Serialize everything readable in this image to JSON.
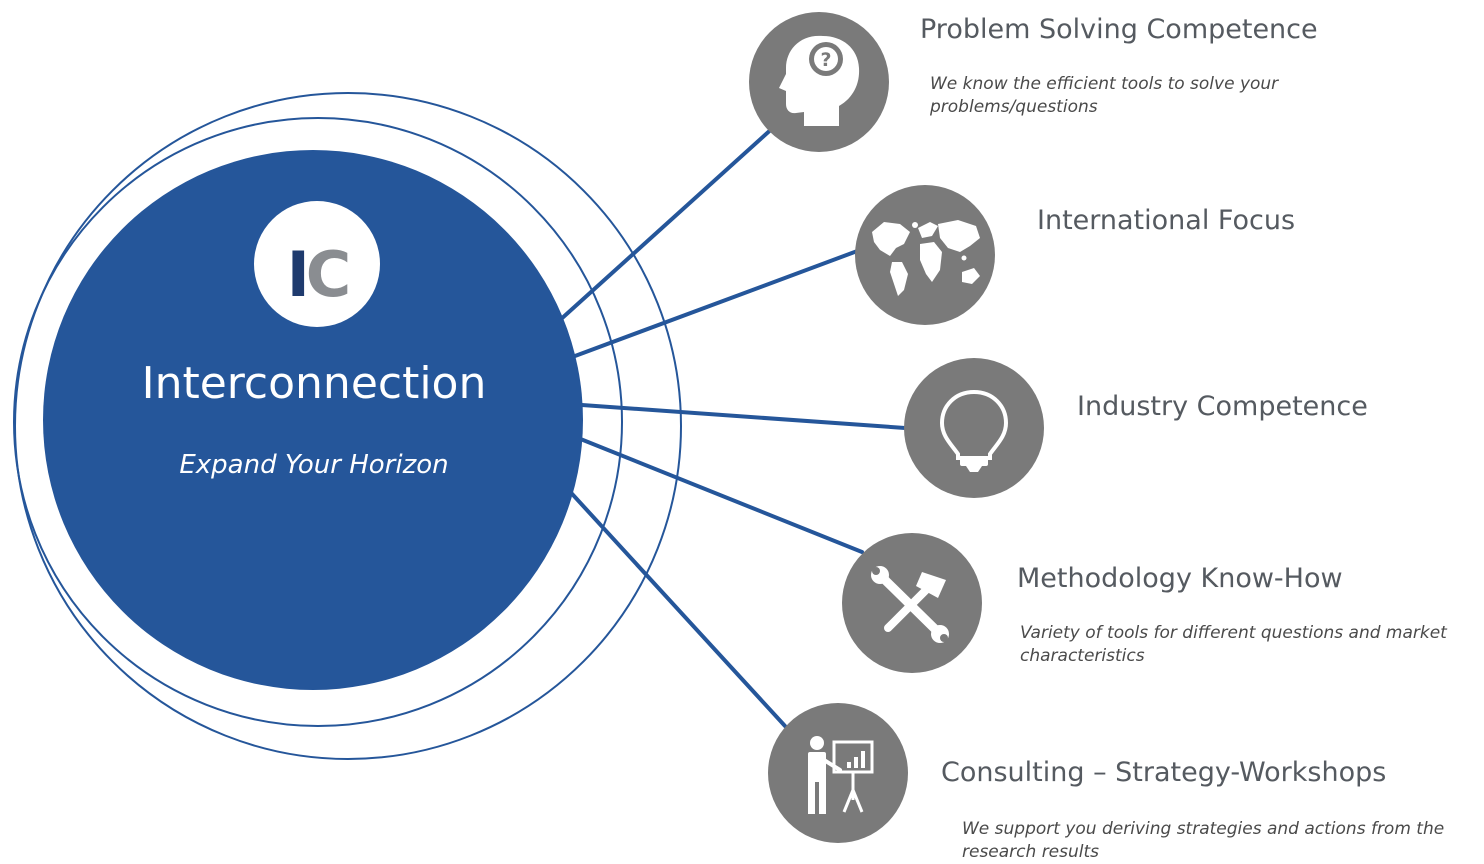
{
  "colors": {
    "primary": "#25569a",
    "node_grey": "#7a7a7a",
    "white": "#ffffff"
  },
  "hub": {
    "logo": "IC",
    "title": "Interconnection",
    "subtitle": "Expand Your Horizon"
  },
  "nodes": [
    {
      "icon": "head-question-icon",
      "title": "Problem Solving Competence",
      "description": "We know the efficient tools to solve your problems/questions"
    },
    {
      "icon": "world-map-icon",
      "title": "International Focus",
      "description": ""
    },
    {
      "icon": "lightbulb-icon",
      "title": "Industry Competence",
      "description": ""
    },
    {
      "icon": "tools-icon",
      "title": "Methodology Know-How",
      "description": "Variety of tools for different questions and market characteristics"
    },
    {
      "icon": "presentation-icon",
      "title": "Consulting – Strategy-Workshops",
      "description": "We support you deriving strategies and actions from the research results"
    }
  ]
}
